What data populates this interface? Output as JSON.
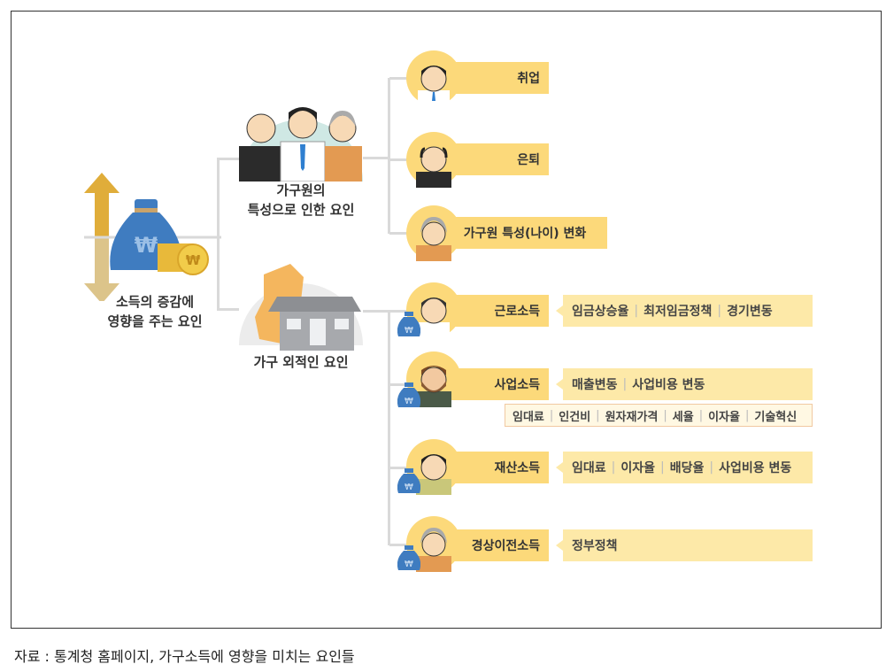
{
  "root": {
    "title": "소득의 증감에",
    "title2": "영향을 주는 요인"
  },
  "groups": [
    {
      "label1": "가구원의",
      "label2": "특성으로 인한 요인"
    },
    {
      "label1": "가구 외적인 요인"
    }
  ],
  "internal_factors": [
    {
      "label": "취업"
    },
    {
      "label": "은퇴"
    },
    {
      "label": "가구원 특성(나이) 변화"
    }
  ],
  "income_types": [
    {
      "label": "근로소득",
      "details": [
        "임금상승율",
        "최저임금정책",
        "경기변동"
      ]
    },
    {
      "label": "사업소득",
      "details": [
        "매출변동",
        "사업비용 변동"
      ],
      "sub_details": [
        "임대료",
        "인건비",
        "원자재가격",
        "세율",
        "이자율",
        "기술혁신"
      ]
    },
    {
      "label": "재산소득",
      "details": [
        "임대료",
        "이자율",
        "배당율",
        "사업비용 변동"
      ]
    },
    {
      "label": "경상이전소득",
      "details": [
        "정부정책"
      ]
    }
  ],
  "caption": "자료 : 통계청 홈페이지, 가구소득에 영향을 미치는 요인들",
  "colors": {
    "label": "#fcd97a",
    "detail": "#fde9a8",
    "bag": "#3f7cc0",
    "arrow_up": "#e0ad3a",
    "arrow_down": "#dcc48a"
  }
}
